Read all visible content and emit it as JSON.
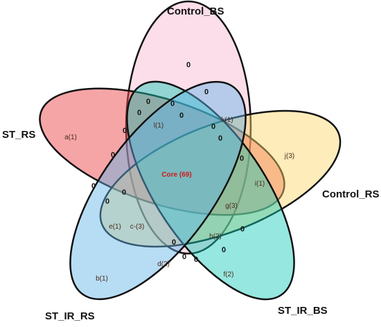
{
  "sets": {
    "control_bs": {
      "label": "Control_BS",
      "color": "#f4a9c4",
      "count": "0"
    },
    "st_rs": {
      "label": "ST_RS",
      "color": "#ee4c50",
      "count": "a(1)"
    },
    "control_rs": {
      "label": "Control_RS",
      "color": "#fcd568",
      "count": "j(3)"
    },
    "st_ir_rs": {
      "label": "ST_IR_RS",
      "color": "#5fb3e8",
      "count": "b(1)"
    },
    "st_ir_bs": {
      "label": "ST_IR_BS",
      "color": "#13c9b8",
      "count": "f(2)"
    }
  },
  "regions": {
    "core": "Core (69)",
    "l": "l(1)",
    "k": "k(1)",
    "i": "i(1)",
    "g": "g(3)",
    "h": "h(2)",
    "e": "e(1)",
    "c": "c-(3)",
    "d": "d(2)"
  },
  "zero_value": "0"
}
